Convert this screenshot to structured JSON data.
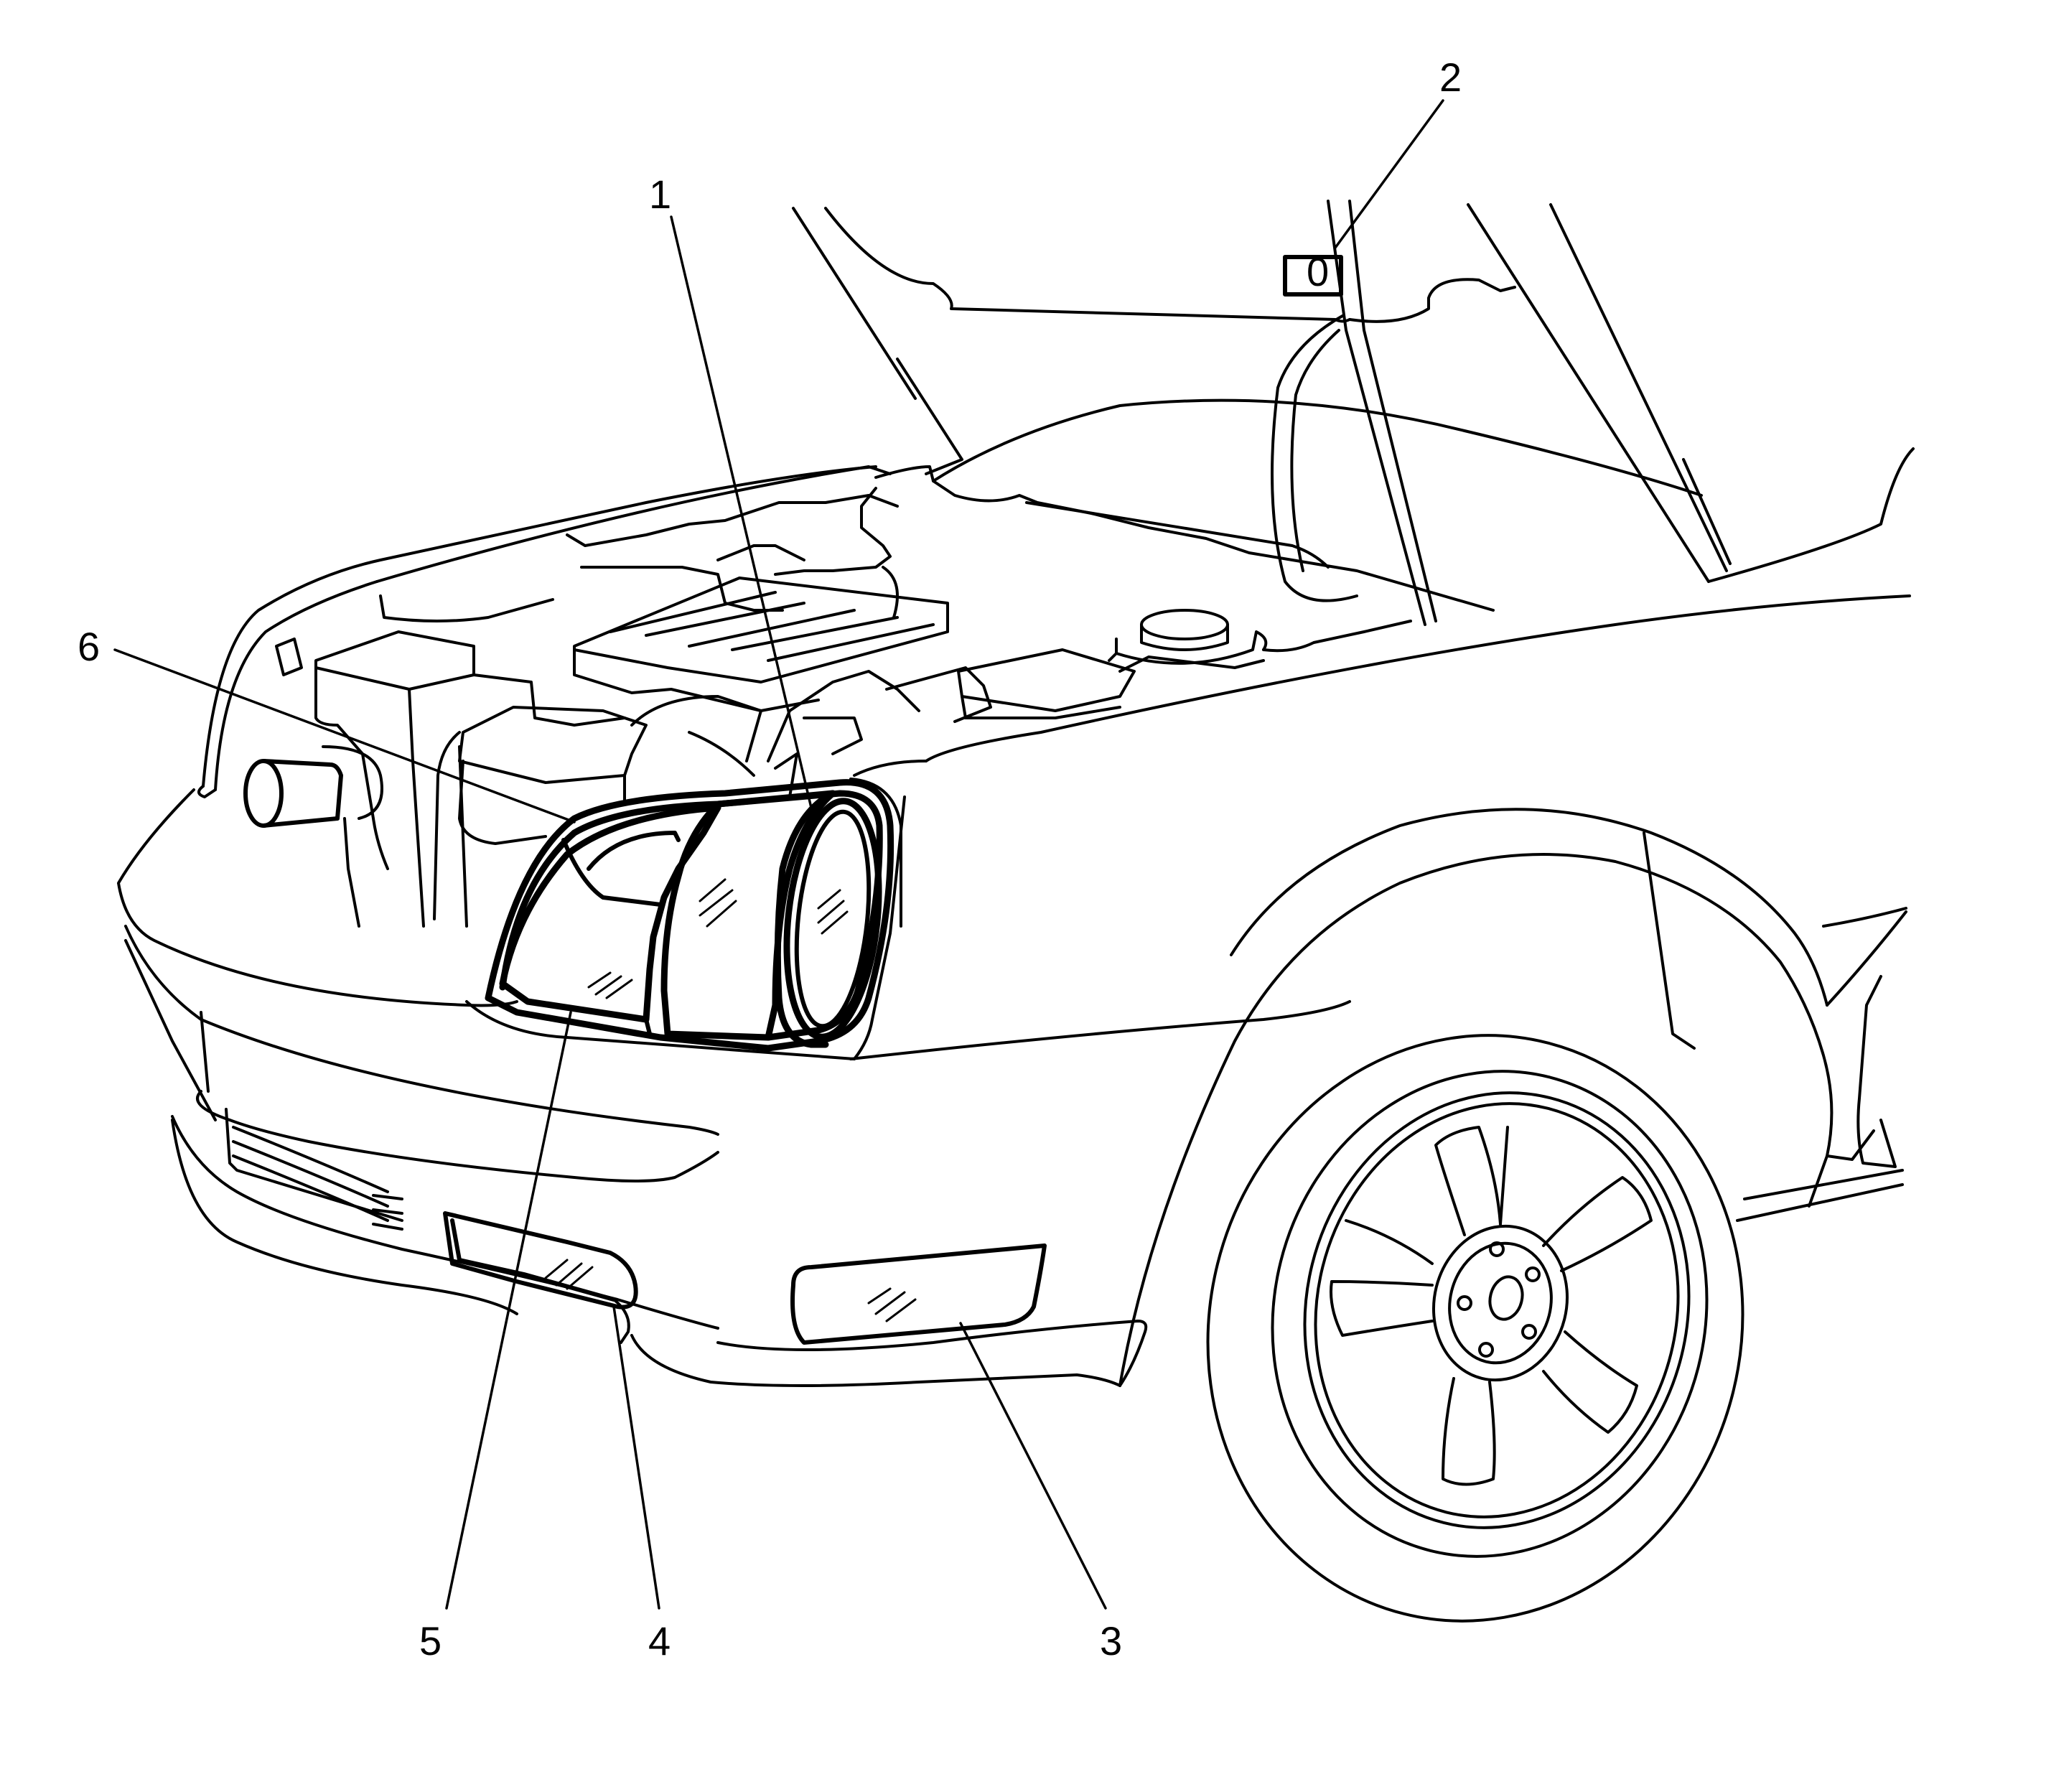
{
  "diagram": {
    "colors": {
      "line": "#000000",
      "background": "#ffffff"
    },
    "callouts": [
      {
        "id": "1",
        "label": "1"
      },
      {
        "id": "2",
        "label": "2"
      },
      {
        "id": "3",
        "label": "3"
      },
      {
        "id": "4",
        "label": "4"
      },
      {
        "id": "5",
        "label": "5"
      },
      {
        "id": "6",
        "label": "6"
      }
    ],
    "decal_text": "0"
  }
}
